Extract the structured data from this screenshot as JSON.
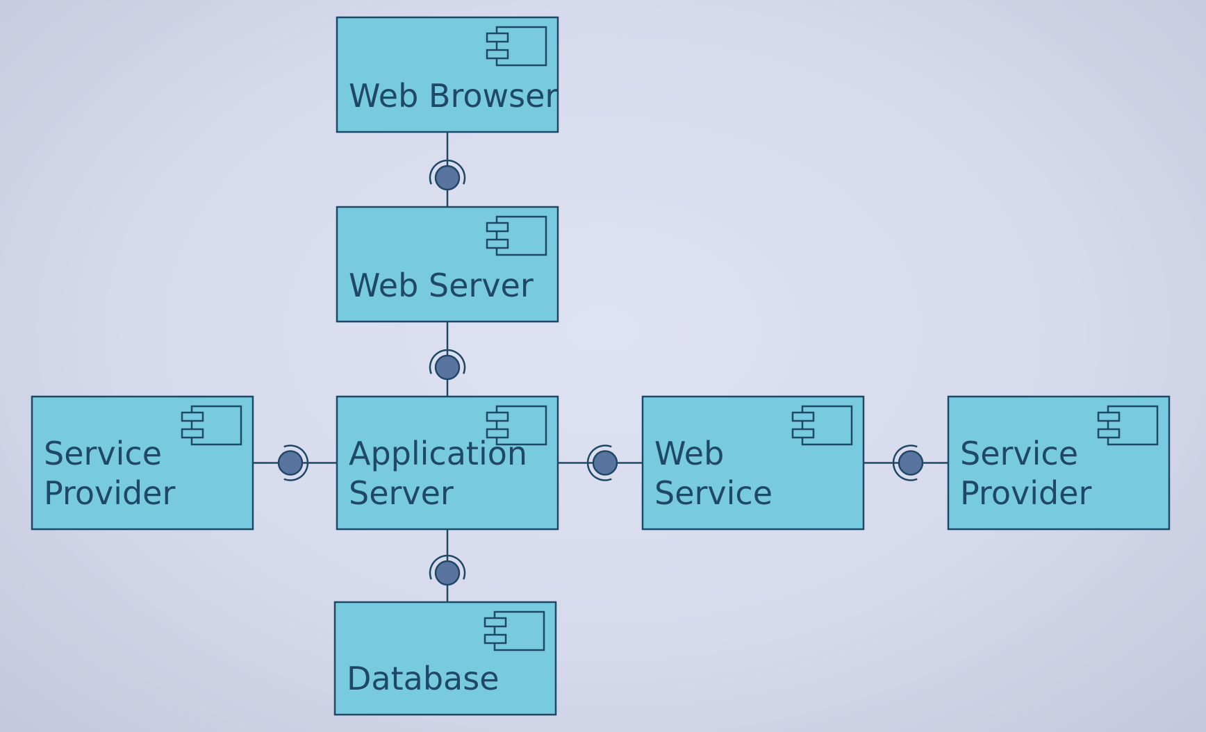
{
  "diagram": {
    "components": [
      {
        "id": "web-browser",
        "lines": [
          "Web Browser"
        ]
      },
      {
        "id": "web-server",
        "lines": [
          "Web Server"
        ]
      },
      {
        "id": "service-provider-left",
        "lines": [
          "Service",
          "Provider"
        ]
      },
      {
        "id": "application-server",
        "lines": [
          "Application",
          "Server"
        ]
      },
      {
        "id": "web-service",
        "lines": [
          "Web",
          "Service"
        ]
      },
      {
        "id": "service-provider-right",
        "lines": [
          "Service",
          "Provider"
        ]
      },
      {
        "id": "database",
        "lines": [
          "Database"
        ]
      }
    ],
    "connections": [
      {
        "from": "web-browser",
        "to": "web-server",
        "provided_by": "web-server",
        "required_by": "web-browser"
      },
      {
        "from": "web-server",
        "to": "application-server",
        "provided_by": "application-server",
        "required_by": "web-server"
      },
      {
        "from": "service-provider-left",
        "to": "application-server",
        "provided_by": "service-provider-left",
        "required_by": "application-server"
      },
      {
        "from": "application-server",
        "to": "web-service",
        "provided_by": "web-service",
        "required_by": "application-server"
      },
      {
        "from": "web-service",
        "to": "service-provider-right",
        "provided_by": "service-provider-right",
        "required_by": "web-service"
      },
      {
        "from": "application-server",
        "to": "database",
        "provided_by": "database",
        "required_by": "application-server"
      }
    ],
    "colors": {
      "component_fill": "#78cade",
      "stroke": "#1f4866",
      "interface_fill": "#5a74a0",
      "background": "#d8dcee"
    },
    "component_icon": "uml-component-icon"
  }
}
